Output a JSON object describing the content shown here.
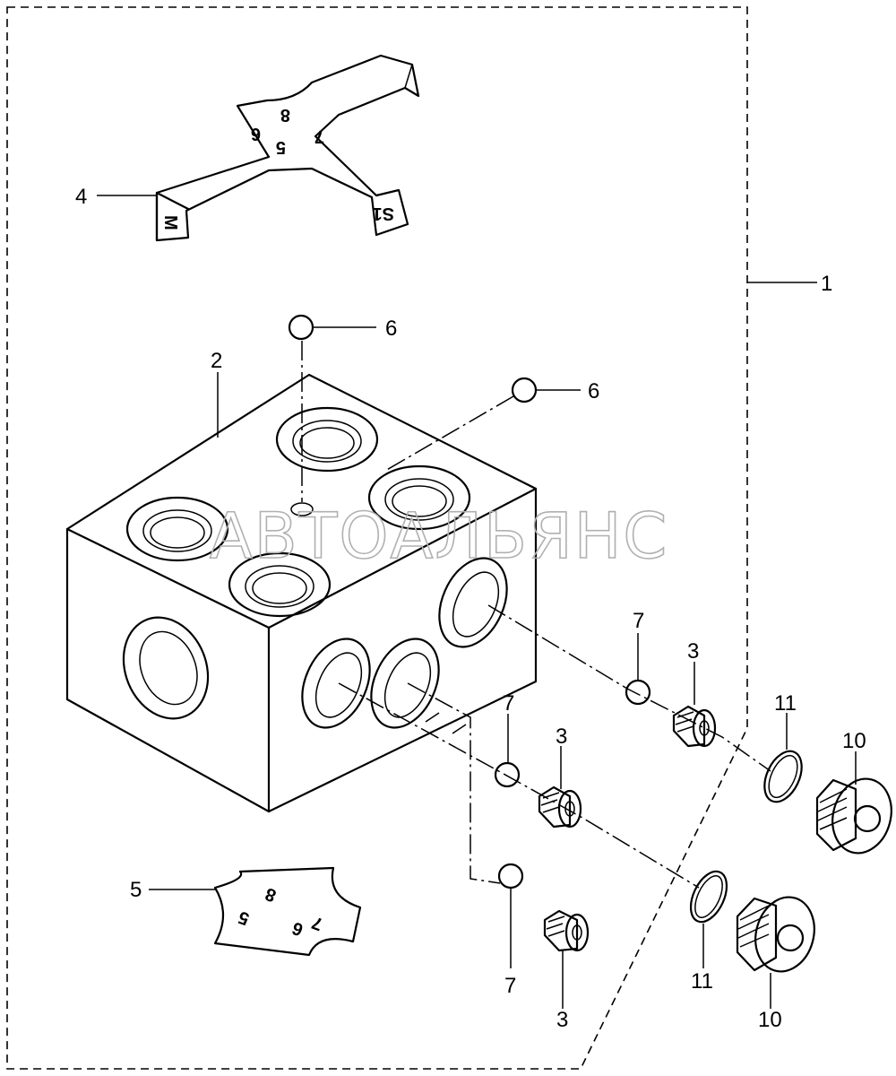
{
  "watermark": "АВТОАЛЬЯНС",
  "callouts": {
    "c1": "1",
    "c2": "2",
    "c3a": "3",
    "c3b": "3",
    "c3c": "3",
    "c4": "4",
    "c5": "5",
    "c6a": "6",
    "c6b": "6",
    "c7a": "7",
    "c7b": "7",
    "c7c": "7",
    "c10a": "10",
    "c10b": "10",
    "c11a": "11",
    "c11b": "11"
  },
  "stamps": {
    "plate4_m": "M",
    "plate4_s1": "S1",
    "plate4_n5": "5",
    "plate4_n6": "6",
    "plate4_n7": "7",
    "plate4_n8": "8",
    "plate5_n5": "5",
    "plate5_n6": "6",
    "plate5_n7": "7",
    "plate5_n8": "8"
  }
}
